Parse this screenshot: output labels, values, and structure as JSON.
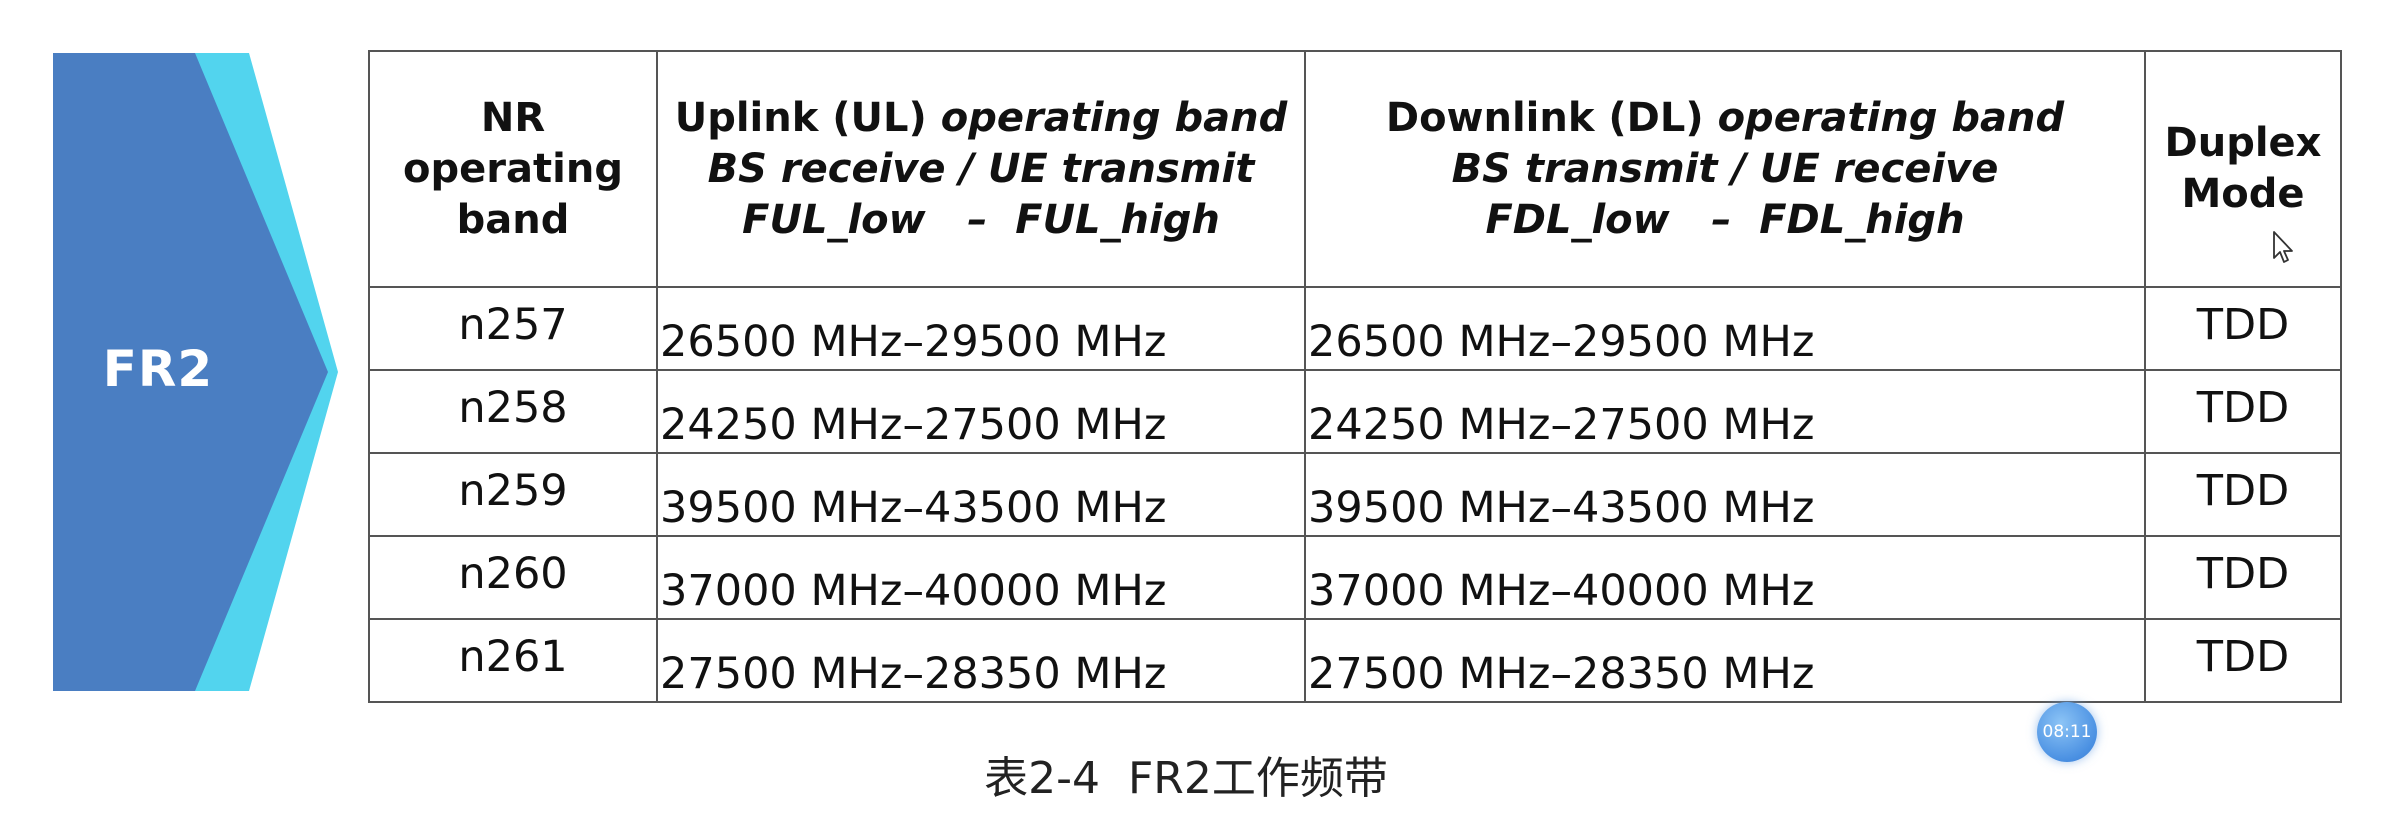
{
  "banner": {
    "label": "FR2",
    "colors": {
      "fill": "#4a7ec2",
      "edge": "#52d4ee"
    }
  },
  "table": {
    "headers": {
      "band": [
        "NR",
        "operating",
        "band"
      ],
      "uplink": {
        "line1_plain": "Uplink (UL) ",
        "line1_italic": "operating band",
        "line2": "BS receive / UE transmit",
        "line3": "FUL_low   –  FUL_high"
      },
      "downlink": {
        "line1_plain": "Downlink (DL) ",
        "line1_italic": "operating band",
        "line2": "BS transmit / UE receive",
        "line3": "FDL_low   –  FDL_high"
      },
      "duplex": [
        "Duplex",
        "Mode"
      ]
    },
    "rows": [
      {
        "band": "n257",
        "uplink": "26500 MHz–29500 MHz",
        "downlink": "26500 MHz–29500 MHz",
        "mode": "TDD"
      },
      {
        "band": "n258",
        "uplink": "24250 MHz–27500 MHz",
        "downlink": "24250 MHz–27500 MHz",
        "mode": "TDD"
      },
      {
        "band": "n259",
        "uplink": "39500 MHz–43500 MHz",
        "downlink": "39500 MHz–43500 MHz",
        "mode": "TDD"
      },
      {
        "band": "n260",
        "uplink": "37000 MHz–40000 MHz",
        "downlink": "37000 MHz–40000 MHz",
        "mode": "TDD"
      },
      {
        "band": "n261",
        "uplink": "27500 MHz–28350 MHz",
        "downlink": "27500 MHz–28350 MHz",
        "mode": "TDD"
      }
    ]
  },
  "caption": "表2-4  FR2工作频带",
  "timer": "08:11",
  "icons": {
    "cursor": "mouse-pointer-icon"
  }
}
